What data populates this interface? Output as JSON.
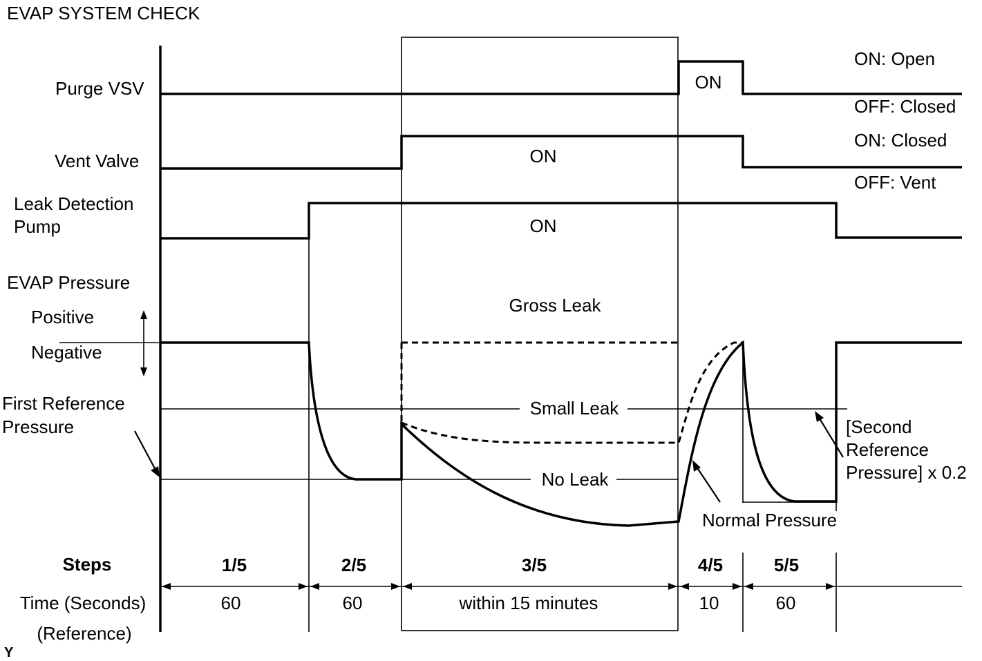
{
  "title": "EVAP SYSTEM CHECK",
  "signals": {
    "purge_vsv": {
      "label": "Purge VSV",
      "on_label": "ON",
      "legend_on": "ON: Open",
      "legend_off": "OFF: Closed"
    },
    "vent_valve": {
      "label": "Vent Valve",
      "on_label": "ON",
      "legend_on": "ON: Closed",
      "legend_off": "OFF: Vent"
    },
    "leak_pump": {
      "label_line1": "Leak Detection",
      "label_line2": "Pump",
      "on_label": "ON"
    }
  },
  "pressure": {
    "label": "EVAP Pressure",
    "positive": "Positive",
    "negative": "Negative",
    "first_ref_line1": "First Reference",
    "first_ref_line2": "Pressure",
    "gross_leak": "Gross Leak",
    "small_leak": "Small Leak",
    "no_leak": "No Leak",
    "normal_pressure": "Normal Pressure",
    "second_ref_line1": "[Second",
    "second_ref_line2": "Reference",
    "second_ref_line3": "Pressure] x 0.2"
  },
  "steps": {
    "label": "Steps",
    "items": [
      {
        "step": "1/5",
        "time": "60"
      },
      {
        "step": "2/5",
        "time": "60"
      },
      {
        "step": "3/5",
        "time": "within 15 minutes"
      },
      {
        "step": "4/5",
        "time": "10"
      },
      {
        "step": "5/5",
        "time": "60"
      }
    ]
  },
  "time": {
    "label": "Time (Seconds)",
    "reference": "(Reference)"
  },
  "corner_mark": "Y"
}
